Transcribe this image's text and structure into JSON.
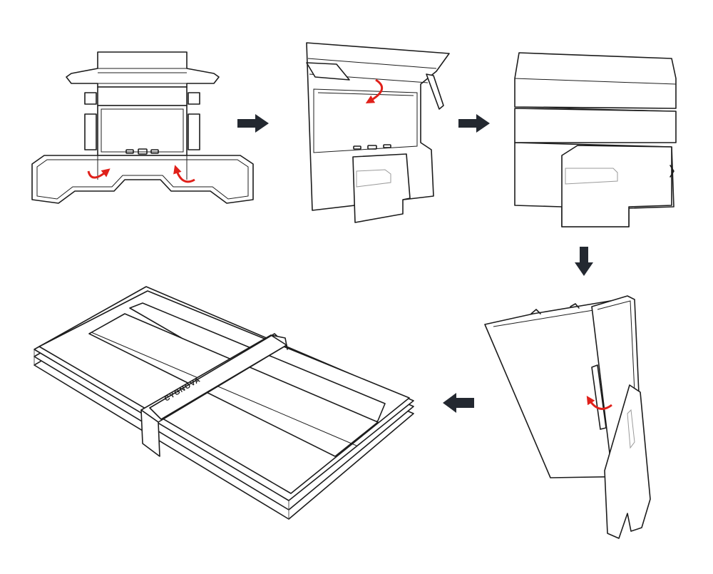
{
  "brand": {
    "logo_text": "CYGNOVA"
  },
  "colors": {
    "line": "#1c1c1c",
    "arrow": "#232830",
    "fold_hint": "#e0201a",
    "background": "#ffffff"
  },
  "steps": [
    {
      "name": "step-1-unfolded-sheet",
      "fold_hints": 2
    },
    {
      "name": "step-2-folding-flaps",
      "fold_hints": 1
    },
    {
      "name": "step-3-folded-top",
      "fold_hints": 0
    },
    {
      "name": "step-4-standing-fold",
      "fold_hints": 1
    },
    {
      "name": "step-5-finished-case",
      "fold_hints": 0
    }
  ],
  "flow_arrows": [
    "right-arrow-icon",
    "right-arrow-icon",
    "down-arrow-icon",
    "left-arrow-icon"
  ]
}
